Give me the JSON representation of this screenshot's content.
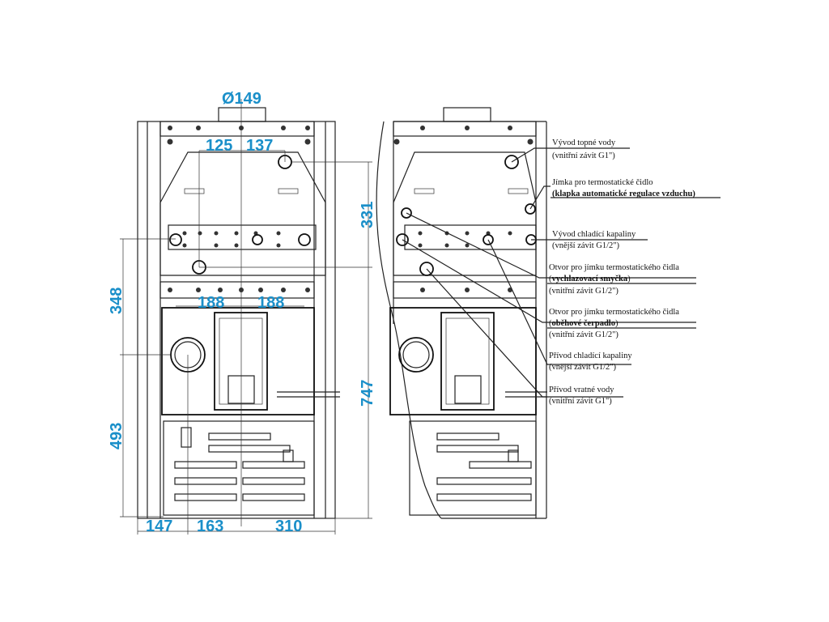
{
  "dimensions": {
    "flue_diameter": "Ø149",
    "top_left_125": "125",
    "top_right_137": "137",
    "right_331": "331",
    "left_348": "348",
    "left_493": "493",
    "right_747": "747",
    "mid_188_left": "188",
    "mid_188_right": "188",
    "bottom_147": "147",
    "bottom_163": "163",
    "bottom_310": "310"
  },
  "labels": [
    {
      "line1": "Vývod topné vody",
      "line2": "(vnitřní závit G1\")",
      "bold2": false
    },
    {
      "line1": "Jímka pro termostatické čidlo",
      "line2": "(klapka automatické regulace vzduchu)",
      "bold2": true
    },
    {
      "line1": "Vývod chladící kapaliny",
      "line2": "(vnější závit G1/2\")",
      "bold2": false
    },
    {
      "line1": "Otvor pro jímku termostatického čidla",
      "line2a": "(",
      "line2b": "vychlazovací smyčka",
      "line2c": ")",
      "line3": "(vnitřní závit G1/2\")"
    },
    {
      "line1": "Otvor pro jímku termostatického čidla",
      "line2a": "(",
      "line2b": "oběhové čerpadlo",
      "line2c": ")",
      "line3": "(vnitřní závit G1/2\")"
    },
    {
      "line1": "Přívod chladící kapaliny",
      "line2": "(vnější závit G1/2\")",
      "bold2": false
    },
    {
      "line1": "Přívod vratné vody",
      "line2": "(vnitřní závit G1\")",
      "bold2": false
    }
  ],
  "colors": {
    "dimension": "#1a8fc9",
    "line": "#222222"
  }
}
